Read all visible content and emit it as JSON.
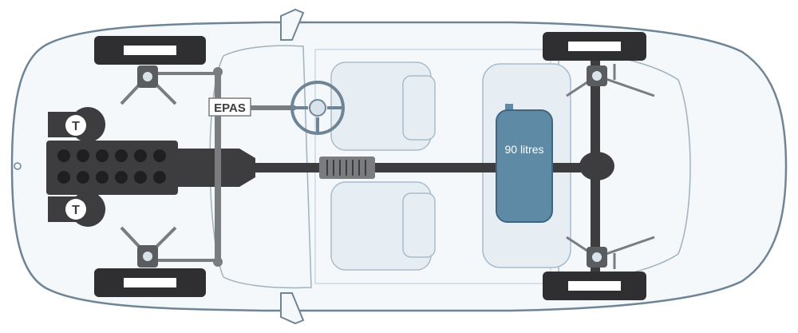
{
  "diagram": {
    "labels": {
      "steering": "EPAS",
      "fuel_tank": "90 litres",
      "turbo_top": "T",
      "turbo_bottom": "T"
    },
    "colors": {
      "body_outline": "#6f8596",
      "body_fill": "#f4f8fb",
      "interior_fill": "#e6eef4",
      "mechanical_dark": "#3d3d3f",
      "mechanical_mid": "#7a7c80",
      "tyre": "#2f2f31",
      "fuel_tank": "#5f8aa6",
      "label_bg": "#ffffff"
    }
  }
}
